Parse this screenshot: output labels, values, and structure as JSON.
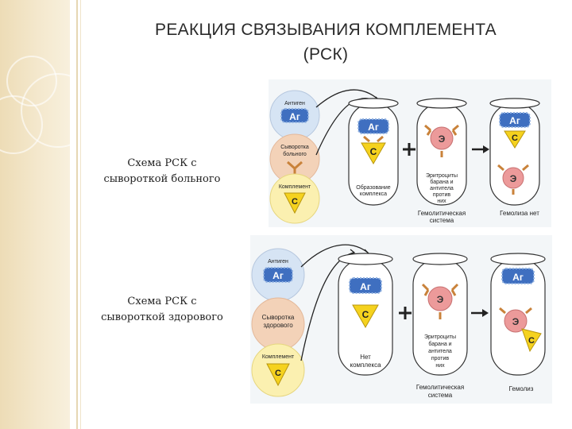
{
  "slide": {
    "title_line1": "РЕАКЦИЯ СВЯЗЫВАНИЯ КОМПЛЕМЕНТА",
    "title_line2": "(РСК)"
  },
  "captions": {
    "patient": [
      "Схема РСК с",
      "сывороткой больного"
    ],
    "healthy": [
      "Схема РСК с",
      "сывороткой здорового"
    ]
  },
  "diagram_patient": {
    "antigen": "Антиген",
    "ag": "Аг",
    "serum": [
      "Сыворотка",
      "больного"
    ],
    "complement": "Комплемент",
    "c": "С",
    "e": "Э",
    "complex_label": [
      "Образование",
      "комплекса"
    ],
    "erythrocytes": [
      "Эритроциты",
      "барана и",
      "антитела",
      "против",
      "них"
    ],
    "system": [
      "Гемолитическая",
      "система"
    ],
    "result": "Гемолиза нет"
  },
  "diagram_healthy": {
    "antigen": "Антиген",
    "ag": "Аг",
    "serum": [
      "Сыворотка",
      "здорового"
    ],
    "complement": "Комплемент",
    "c": "С",
    "e": "Э",
    "complex_label": [
      "Нет",
      "комплекса"
    ],
    "erythrocytes": [
      "Эритроциты",
      "барана и",
      "антитела",
      "против",
      "них"
    ],
    "system": [
      "Гемолитическая",
      "система"
    ],
    "result": "Гемолиз"
  },
  "colors": {
    "antigen_circle": "#d6e4f4",
    "ag_blue": "#3f6fc0",
    "serum_circle": "#f3d2b8",
    "complement_circle": "#fbf0b0",
    "complement_triangle": "#f5d21e",
    "erythrocyte": "#ec9a9a",
    "antibody": "#c9823a",
    "left_strip": "#f2e4c6"
  },
  "icons": [
    "plus-icon",
    "arrow-right-icon",
    "curved-arrow-icon"
  ]
}
